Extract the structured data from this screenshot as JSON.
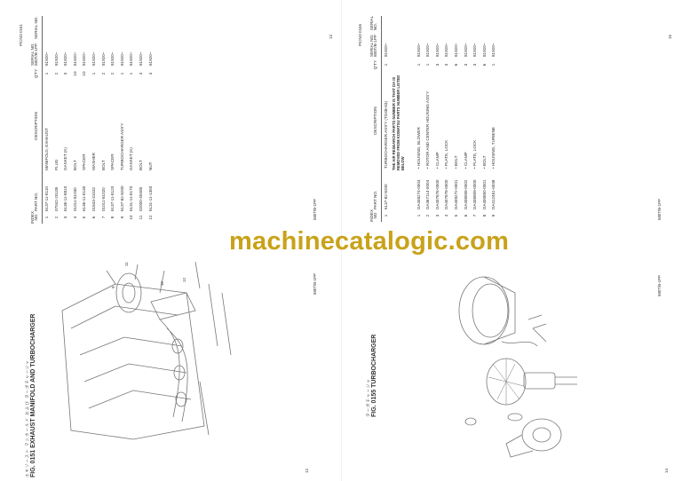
{
  "watermark": "machinecatalogic.com",
  "left_page": {
    "jp_title": "エキゾースト マニホールド および ターボチャージャ",
    "title": "FIG. 0151  EXHAUST MANIFOLD AND TURBOCHARGER",
    "pic_no": "PICNO 0151",
    "footer_model": "580T/B-1PP",
    "page_numbers": [
      "12",
      "13"
    ],
    "callouts": [
      "9",
      "11",
      "10",
      "12"
    ],
    "headers": {
      "index": "INDEX NO",
      "part": "PART NO.",
      "desc": "DESCRIPTION",
      "qty": "Q'TY",
      "serial": "SERIAL NO. 580T/B-1PP",
      "serial2": "SERIAL NO."
    },
    "rows": [
      {
        "index": "1",
        "part": "6137-11-8110",
        "desc": "MANIFOLD, EXHAUST",
        "qty": "1",
        "serial": "81920~"
      },
      {
        "index": "2",
        "part": "07042-20108",
        "desc": "PLUG",
        "qty": "2",
        "serial": "81920~"
      },
      {
        "index": "3",
        "part": "6136-11-8810",
        "desc": "GASKET (K)",
        "qty": "3",
        "serial": "81920~"
      },
      {
        "index": "4",
        "part": "01011-81030",
        "desc": "BOLT",
        "qty": "10",
        "serial": "81920~"
      },
      {
        "index": "5",
        "part": "6136-11-8130",
        "desc": "SPACER",
        "qty": "10",
        "serial": "81920~"
      },
      {
        "index": "6",
        "part": "01643-31032",
        "desc": "WASHER",
        "qty": "1",
        "serial": "81920~"
      },
      {
        "index": "7",
        "part": "01011-81020",
        "desc": "BOLT",
        "qty": "2",
        "serial": "81920~"
      },
      {
        "index": "8",
        "part": "6137-11-8120",
        "desc": "SPACER",
        "qty": "2",
        "serial": "81920~"
      },
      {
        "index": "9",
        "part": "6137-82-8200",
        "desc": "TURBOCHARGER ASS'Y",
        "qty": "1",
        "serial": "81920~"
      },
      {
        "index": "10",
        "part": "6131-11-8170",
        "desc": "GASKET (K)",
        "qty": "1",
        "serial": "81920~"
      },
      {
        "index": "11",
        "part": "02000-40408",
        "desc": "BOLT",
        "qty": "4",
        "serial": "81920~"
      },
      {
        "index": "12",
        "part": "6131-11-1350",
        "desc": "NUT",
        "qty": "4",
        "serial": "81920~"
      }
    ]
  },
  "right_page": {
    "jp_title": "ターボチャージャ",
    "title": "FIG. 0155  TURBOCHARGER",
    "pic_no": "PICNO 0155",
    "footer_model": "580T/B-1PP",
    "page_numbers": [
      "14",
      "15"
    ],
    "headers": {
      "index": "INDEX NO",
      "part": "PART NO.",
      "desc": "DESCRIPTION",
      "qty": "Q'TY",
      "serial": "SERIAL NO. 580T/B-1PP",
      "serial2": "SERIAL NO."
    },
    "main_row": {
      "index": "1",
      "part": "6137-82-8200",
      "desc": "TURBOCHARGER ASS'Y (TO4B-53)",
      "qty": "1",
      "serial": "81920~"
    },
    "note": "THE AIR RESEARCH PARTS NUMBER IS THAT DA IS REMOVED FROM KOMATSU PARTS NUMBER LISTED BELOW",
    "rows": [
      {
        "index": "1",
        "part": "DA408274-0004",
        "desc": "• HOUSING, BLOWER",
        "qty": "1",
        "serial": "81920~"
      },
      {
        "index": "2",
        "part": "DA467114-0004",
        "desc": "• ROTOR AND CENTER HOUSING ASS'Y",
        "qty": "1",
        "serial": "81920~"
      },
      {
        "index": "3",
        "part": "DA407676-0000",
        "desc": "• CLAMP",
        "qty": "3",
        "serial": "81920~"
      },
      {
        "index": "4",
        "part": "DA407678-0000",
        "desc": "• PLATE, LOCK",
        "qty": "3",
        "serial": "81920~"
      },
      {
        "index": "5",
        "part": "DA409272-0001",
        "desc": "• BOLT",
        "qty": "6",
        "serial": "81920~"
      },
      {
        "index": "6",
        "part": "DA408908-0002",
        "desc": "• CLAMP",
        "qty": "3",
        "serial": "81920~"
      },
      {
        "index": "7",
        "part": "DA408909-0000",
        "desc": "• PLATE, LOCK",
        "qty": "3",
        "serial": "81920~"
      },
      {
        "index": "8",
        "part": "DA400850-0001",
        "desc": "• BOLT",
        "qty": "6",
        "serial": "81920~"
      },
      {
        "index": "9",
        "part": "DA412461-0038",
        "desc": "• HOUSING, TURBINE",
        "qty": "1",
        "serial": "81920~"
      }
    ]
  }
}
